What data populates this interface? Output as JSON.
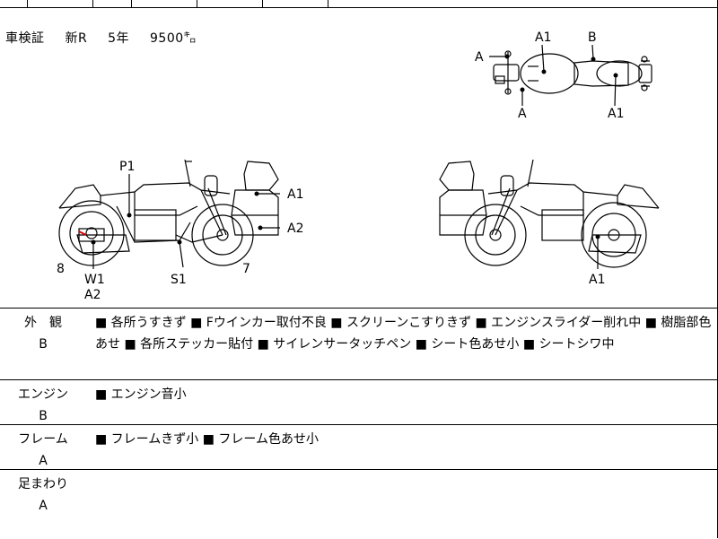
{
  "shaken": {
    "label": "車検証",
    "type": "新R",
    "years": "5年",
    "mileage": "9500㌔"
  },
  "labels": {
    "top_a_left": "A",
    "top_a1": "A1",
    "top_b": "B",
    "top_a_bottom": "A",
    "top_a1_bottom": "A1",
    "left_p1": "P1",
    "left_a1": "A1",
    "left_a2": "A2",
    "left_8": "8",
    "left_w1": "W1",
    "left_a2_bottom": "A2",
    "left_s1": "S1",
    "left_7": "7",
    "right_a1": "A1"
  },
  "sections": [
    {
      "title": "外　観",
      "grade": "B",
      "notes": "■ 各所うすきず ■ Fウインカー取付不良 ■ スクリーンこすりきず ■ エンジンスライダー削れ中 ■ 樹脂部色あせ ■ 各所ステッカー貼付 ■ サイレンサータッチペン ■ シート色あせ小 ■ シートシワ中"
    },
    {
      "title": "エンジン",
      "grade": "B",
      "notes": "■ エンジン音小"
    },
    {
      "title": "フレーム",
      "grade": "A",
      "notes": "■ フレームきず小 ■ フレーム色あせ小"
    },
    {
      "title": "足まわり",
      "grade": "A",
      "notes": ""
    }
  ]
}
